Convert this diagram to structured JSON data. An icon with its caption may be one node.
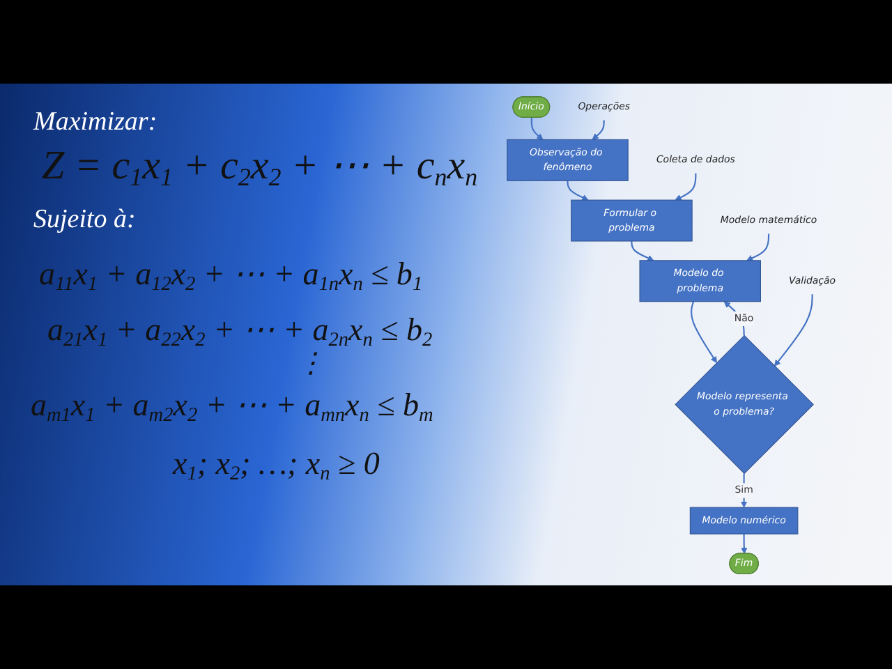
{
  "diagram": {
    "nodes": [
      {
        "text": [
          "Início"
        ]
      },
      {
        "text": [
          "Operações"
        ]
      },
      {
        "text": [
          "Observação do fenômeno"
        ]
      },
      {
        "text": [
          "Formular o problema"
        ]
      },
      {
        "text": [
          "Coleta de dados"
        ]
      },
      {
        "text": [
          "Modelo matemático"
        ]
      },
      {
        "text": [
          "Modelo do problema"
        ]
      },
      {
        "text": [
          "Modelo representa o problema?"
        ]
      },
      {
        "text": [
          "Validação"
        ]
      },
      {
        "text": [
          "Modelo numérico"
        ]
      },
      {
        "text": [
          "Fim"
        ]
      }
    ],
    "edges": [
      {
        "from": 0,
        "to": 2,
        "arrow": "to"
      },
      {
        "from": 1,
        "to": 2,
        "arrow": "to"
      },
      {
        "from": 2,
        "to": 3,
        "arrow": "to"
      },
      {
        "from": 4,
        "to": 3,
        "arrow": "to"
      },
      {
        "from": 3,
        "to": 6,
        "arrow": "to"
      },
      {
        "from": 5,
        "to": 6,
        "arrow": "to"
      },
      {
        "from": 6,
        "to": 7,
        "arrow": "to"
      },
      {
        "from": 7,
        "to": 6,
        "arrow": "to",
        "label": "Não"
      },
      {
        "from": 8,
        "to": 7,
        "arrow": "to"
      },
      {
        "from": 7,
        "to": 9,
        "arrow": "to",
        "label": "Sim"
      },
      {
        "from": 9,
        "to": 10,
        "arrow": "to"
      }
    ],
    "labels": [
      "Maximizar:",
      "Z = c$_{1}$x$_{1}$ + c$_{2}$x$_{2}$ + ⋯ + c$_{n}$x$_{n}$",
      "Sujeito à:",
      "a$_{11}$x$_{1}$ + a$_{12}$x$_{2}$ + ⋯ + a$_{1n}$x$_{n}$ ≤ b$_{1}$",
      "a$_{21}$x$_{1}$ + a$_{22}$x$_{2}$ + ⋯ + a$_{2n}$x$_{n}$ ≤ b$_{2}$",
      "⋮",
      "a$_{m1}$x$_{1}$ + a$_{m2}$x$_{2}$ + ⋯ + a$_{mn}$x$_{n}$ ≤ b$_{m}$",
      "x$_{1}$; x$_{2}$; …; x$_{n}$ ≥ 0"
    ]
  }
}
